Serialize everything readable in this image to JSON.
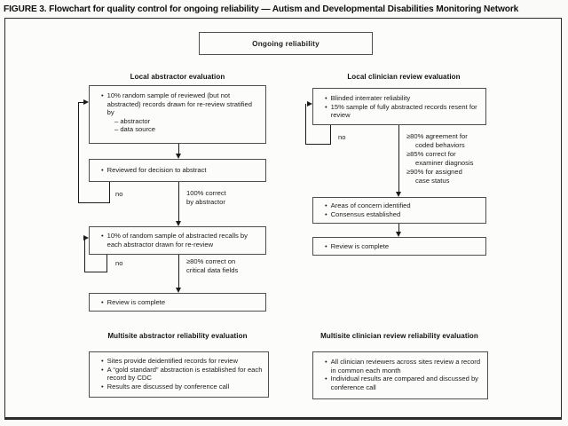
{
  "glyphs": {
    "bullet": "•"
  },
  "figure": {
    "title": "FIGURE 3. Flowchart for quality control for ongoing reliability — Autism and Developmental Disabilities Monitoring Network",
    "root": "Ongoing reliability"
  },
  "local_abstractor": {
    "header": "Local abstractor evaluation",
    "sample_box": {
      "b1": "10% random sample of reviewed (but not abstracted) records drawn for re-review stratified by",
      "s1": "– abstractor",
      "s2": "– data source"
    },
    "review_box": {
      "b1": "Reviewed for decision to abstract"
    },
    "no1": "no",
    "pass1": {
      "l1": "100% correct",
      "l2": "by abstractor"
    },
    "recall_box": {
      "b1": "10% of random sample of abstracted recalls by each abstractor drawn for re-review"
    },
    "no2": "no",
    "pass2": {
      "l1": "≥80% correct on",
      "l2": "critical data fields"
    },
    "complete_box": {
      "b1": "Review is complete"
    }
  },
  "local_clinician": {
    "header": "Local clinician review evaluation",
    "blinded_box": {
      "b1": "Blinded interrater reliability",
      "b2": "15% sample of fully abstracted records resent for review"
    },
    "no1": "no",
    "pass1": {
      "l1": "≥80% agreement for",
      "l2": "coded behaviors",
      "l3": "≥85% correct for",
      "l4": "examiner diagnosis",
      "l5": "≥90% for assigned",
      "l6": "case status"
    },
    "concern_box": {
      "b1": "Areas of concern identified",
      "b2": "Consensus established"
    },
    "complete_box": {
      "b1": "Review is complete"
    }
  },
  "multisite_abstractor": {
    "header": "Multisite abstractor reliability evaluation",
    "box": {
      "b1": "Sites provide deidentified records for review",
      "b2": "A “gold standard” abstraction is established for each record by CDC",
      "b3": "Results are discussed by conference call"
    }
  },
  "multisite_clinician": {
    "header": "Multisite clinician review reliability evaluation",
    "box": {
      "b1": "All clinician reviewers across sites review a record in common each month",
      "b2": "Individual results are compared and discussed by conference call"
    }
  }
}
